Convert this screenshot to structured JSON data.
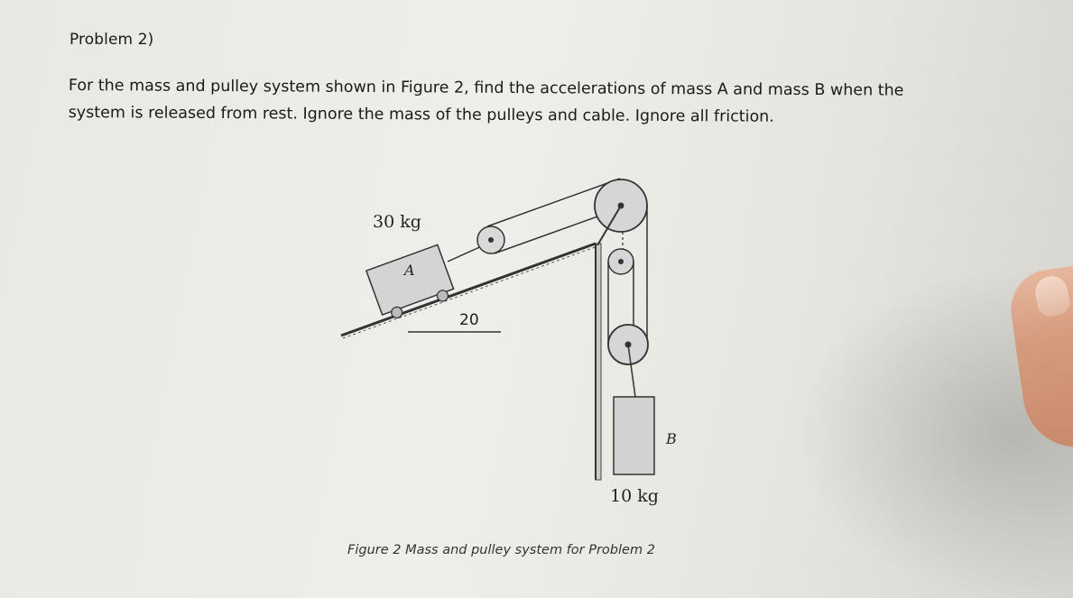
{
  "problem": {
    "title": "Problem 2)",
    "line1": "For the mass and pulley system shown in Figure 2, find the accelerations of mass A and mass B when the",
    "line2": "system is released from rest.  Ignore the mass of the pulleys and cable.  Ignore all friction."
  },
  "figure": {
    "mass_a_value": "30 kg",
    "mass_a_label": "A",
    "angle_label": "20",
    "mass_b_label": "B",
    "mass_b_value": "10 kg",
    "caption": "Figure 2 Mass and pulley system for Problem 2"
  }
}
